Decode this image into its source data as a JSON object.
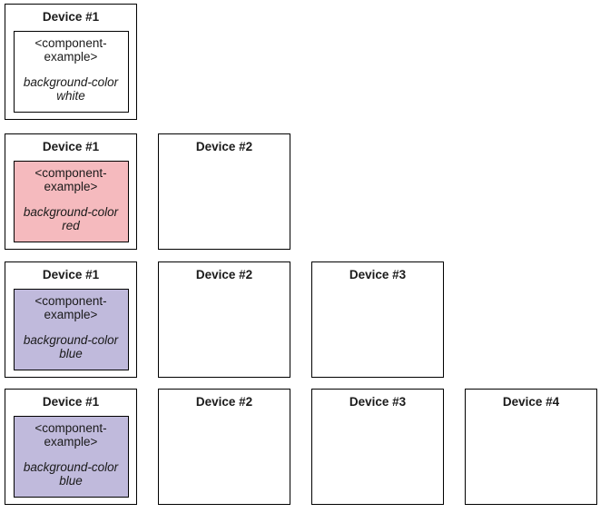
{
  "figure": {
    "rows": [
      {
        "devices": [
          {
            "title": "Device #1",
            "component": {
              "tag_line1": "<component-",
              "tag_line2": "example>",
              "style_line1": "background-color",
              "style_line2": "white",
              "fill": "#ffffff"
            }
          }
        ]
      },
      {
        "devices": [
          {
            "title": "Device #1",
            "component": {
              "tag_line1": "<component-",
              "tag_line2": "example>",
              "style_line1": "background-color",
              "style_line2": "red",
              "fill": "#f5babe"
            }
          },
          {
            "title": "Device #2"
          }
        ]
      },
      {
        "devices": [
          {
            "title": "Device #1",
            "component": {
              "tag_line1": "<component-",
              "tag_line2": "example>",
              "style_line1": "background-color",
              "style_line2": "blue",
              "fill": "#c0badc"
            }
          },
          {
            "title": "Device #2"
          },
          {
            "title": "Device #3"
          }
        ]
      },
      {
        "devices": [
          {
            "title": "Device #1",
            "component": {
              "tag_line1": "<component-",
              "tag_line2": "example>",
              "style_line1": "background-color",
              "style_line2": "blue",
              "fill": "#c0badc"
            }
          },
          {
            "title": "Device #2"
          },
          {
            "title": "Device #3"
          },
          {
            "title": "Device #4"
          }
        ]
      }
    ]
  },
  "colors": {
    "white_fill": "#ffffff",
    "red_fill": "#f5babe",
    "blue_fill": "#c0badc",
    "border": "#000000"
  }
}
